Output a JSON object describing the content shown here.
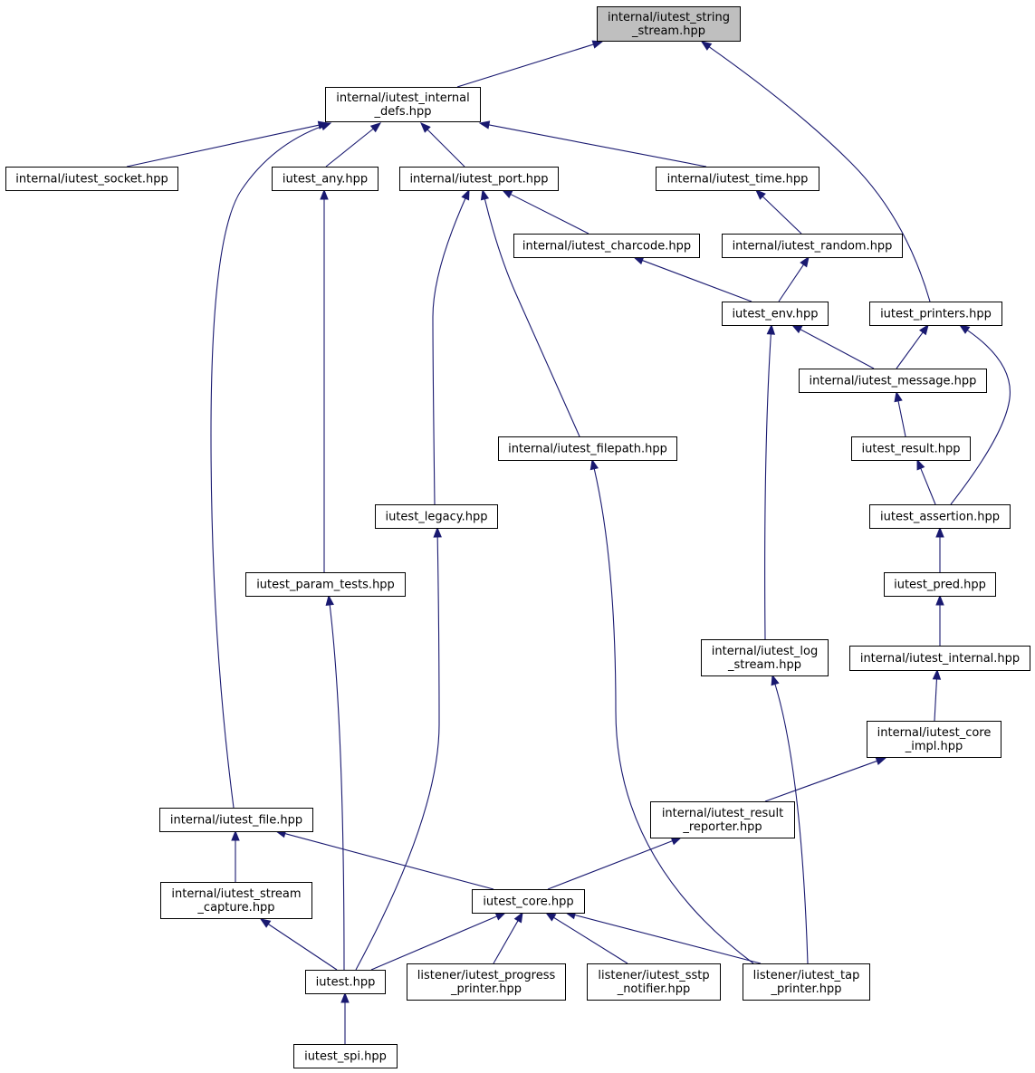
{
  "graph": {
    "title": "",
    "nodes": {
      "string_stream": {
        "lines": [
          "internal/iutest_string",
          "_stream.hpp"
        ],
        "highlight": true
      },
      "internal_defs": {
        "lines": [
          "internal/iutest_internal",
          "_defs.hpp"
        ]
      },
      "socket": {
        "lines": [
          "internal/iutest_socket.hpp"
        ]
      },
      "any": {
        "lines": [
          "iutest_any.hpp"
        ]
      },
      "port": {
        "lines": [
          "internal/iutest_port.hpp"
        ]
      },
      "time": {
        "lines": [
          "internal/iutest_time.hpp"
        ]
      },
      "charcode": {
        "lines": [
          "internal/iutest_charcode.hpp"
        ]
      },
      "random": {
        "lines": [
          "internal/iutest_random.hpp"
        ]
      },
      "env": {
        "lines": [
          "iutest_env.hpp"
        ]
      },
      "printers": {
        "lines": [
          "iutest_printers.hpp"
        ]
      },
      "message": {
        "lines": [
          "internal/iutest_message.hpp"
        ]
      },
      "filepath": {
        "lines": [
          "internal/iutest_filepath.hpp"
        ]
      },
      "result": {
        "lines": [
          "iutest_result.hpp"
        ]
      },
      "legacy": {
        "lines": [
          "iutest_legacy.hpp"
        ]
      },
      "assertion": {
        "lines": [
          "iutest_assertion.hpp"
        ]
      },
      "param_tests": {
        "lines": [
          "iutest_param_tests.hpp"
        ]
      },
      "pred": {
        "lines": [
          "iutest_pred.hpp"
        ]
      },
      "log_stream": {
        "lines": [
          "internal/iutest_log",
          "_stream.hpp"
        ]
      },
      "internal": {
        "lines": [
          "internal/iutest_internal.hpp"
        ]
      },
      "core_impl": {
        "lines": [
          "internal/iutest_core",
          "_impl.hpp"
        ]
      },
      "file": {
        "lines": [
          "internal/iutest_file.hpp"
        ]
      },
      "result_reporter": {
        "lines": [
          "internal/iutest_result",
          "_reporter.hpp"
        ]
      },
      "stream_capture": {
        "lines": [
          "internal/iutest_stream",
          "_capture.hpp"
        ]
      },
      "core": {
        "lines": [
          "iutest_core.hpp"
        ]
      },
      "iutest": {
        "lines": [
          "iutest.hpp"
        ]
      },
      "progress_printer": {
        "lines": [
          "listener/iutest_progress",
          "_printer.hpp"
        ]
      },
      "sstp_notifier": {
        "lines": [
          "listener/iutest_sstp",
          "_notifier.hpp"
        ]
      },
      "tap_printer": {
        "lines": [
          "listener/iutest_tap",
          "_printer.hpp"
        ]
      },
      "spi": {
        "lines": [
          "iutest_spi.hpp"
        ]
      }
    },
    "edges": [
      [
        "internal_defs",
        "string_stream"
      ],
      [
        "printers",
        "string_stream"
      ],
      [
        "socket",
        "internal_defs"
      ],
      [
        "any",
        "internal_defs"
      ],
      [
        "port",
        "internal_defs"
      ],
      [
        "time",
        "internal_defs"
      ],
      [
        "file",
        "internal_defs"
      ],
      [
        "charcode",
        "port"
      ],
      [
        "filepath",
        "port"
      ],
      [
        "legacy",
        "port"
      ],
      [
        "random",
        "time"
      ],
      [
        "env",
        "charcode"
      ],
      [
        "env",
        "random"
      ],
      [
        "message",
        "env"
      ],
      [
        "log_stream",
        "env"
      ],
      [
        "message",
        "printers"
      ],
      [
        "assertion",
        "printers"
      ],
      [
        "result",
        "message"
      ],
      [
        "assertion",
        "result"
      ],
      [
        "pred",
        "assertion"
      ],
      [
        "internal",
        "pred"
      ],
      [
        "core_impl",
        "internal"
      ],
      [
        "result_reporter",
        "core_impl"
      ],
      [
        "core",
        "result_reporter"
      ],
      [
        "core",
        "file"
      ],
      [
        "stream_capture",
        "file"
      ],
      [
        "param_tests",
        "any"
      ],
      [
        "iutest",
        "param_tests"
      ],
      [
        "iutest",
        "legacy"
      ],
      [
        "iutest",
        "stream_capture"
      ],
      [
        "iutest",
        "core"
      ],
      [
        "progress_printer",
        "core"
      ],
      [
        "sstp_notifier",
        "core"
      ],
      [
        "tap_printer",
        "core"
      ],
      [
        "tap_printer",
        "filepath"
      ],
      [
        "tap_printer",
        "log_stream"
      ],
      [
        "spi",
        "iutest"
      ]
    ]
  }
}
